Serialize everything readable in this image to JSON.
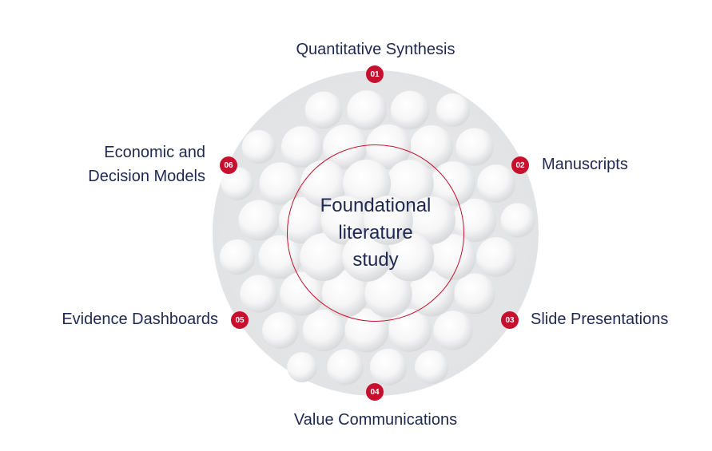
{
  "center": {
    "lines": [
      "Foundational",
      "literature",
      "study"
    ]
  },
  "items": [
    {
      "number": "01",
      "label": "Quantitative Synthesis"
    },
    {
      "number": "02",
      "label": "Manuscripts"
    },
    {
      "number": "03",
      "label": "Slide Presentations"
    },
    {
      "number": "04",
      "label": "Value Communications"
    },
    {
      "number": "05",
      "label": "Evidence Dashboards"
    },
    {
      "number": "06",
      "label_lines": [
        "Economic and",
        "Decision Models"
      ]
    }
  ],
  "colors": {
    "accent": "#c8102e",
    "text": "#1f2850"
  }
}
